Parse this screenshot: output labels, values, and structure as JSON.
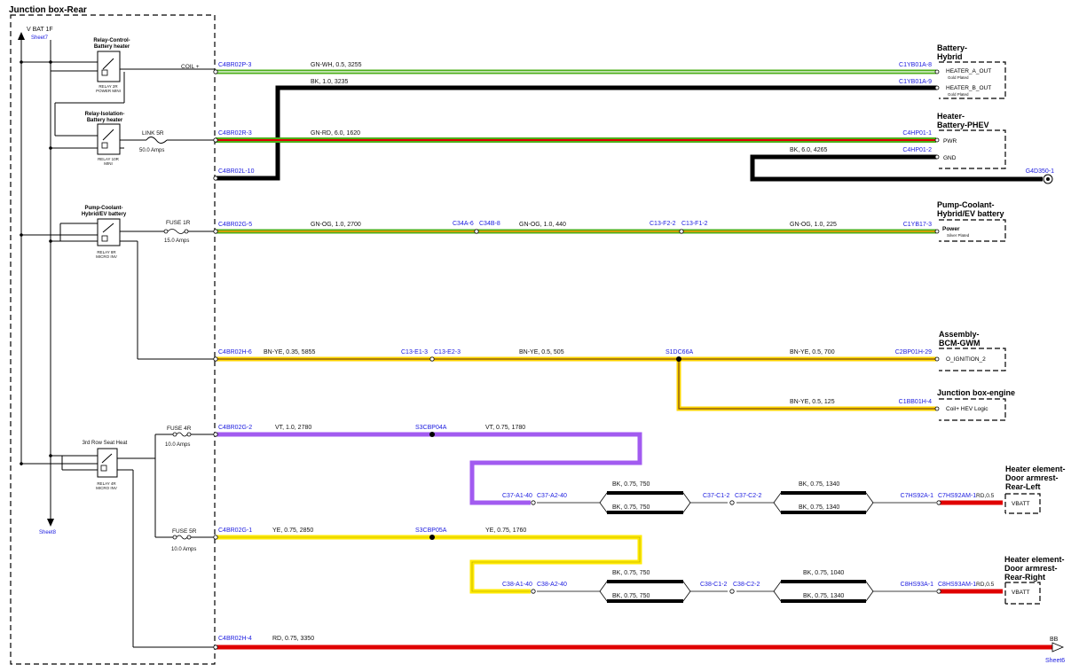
{
  "title": "Junction box-Rear",
  "colors": {
    "gn_wh": "#4caf1a",
    "gn_wh_stripe": "#ffffff",
    "gn_rd": "#4caf1a",
    "gn_rd_stripe": "#e00000",
    "gn_og": "#4caf1a",
    "gn_og_stripe": "#ff9900",
    "bn_ye": "#ffd400",
    "bn_ye_stripe": "#7a4a10",
    "vt": "#a25bf0",
    "ye": "#ffea00",
    "rd": "#e00000",
    "bk": "#000000"
  },
  "left": {
    "vbat": "V BAT 1F",
    "sheet7": "Sheet7",
    "sheet8": "Sheet8",
    "coil": "COIL +",
    "link_5r": "LINK 5R",
    "link_5r_amps": "50.0 Amps",
    "fuse_1r": "FUSE 1R",
    "fuse_1r_amps": "15.0 Amps",
    "fuse_4r": "FUSE 4R",
    "fuse_4r_amps": "10.0 Amps",
    "fuse_5r": "FUSE 5R",
    "fuse_5r_amps": "10.0 Amps"
  },
  "relays": {
    "r1_line1": "Relay-Control-",
    "r1_line2": "Battery heater",
    "r1_sub": "RELAY 2R",
    "r1_sub2": "POWER MINI",
    "r2_line1": "Relay-Isolation-",
    "r2_line2": "Battery heater",
    "r2_sub": "RELAY 10R",
    "r2_sub2": "MINI",
    "r3_line1": "Pump-Coolant-",
    "r3_line2": "Hybrid/EV battery",
    "r3_sub": "RELAY 8R",
    "r3_sub2": "MICRO INV",
    "r4_line1": "3rd Row Seat Heat",
    "r4_sub": "RELAY 4R",
    "r4_sub2": "MICRO INV"
  },
  "connectors": {
    "c1": "C4BR02P-3",
    "c2": "C4BR02R-3",
    "c3": "C4BR02L-10",
    "c4": "C4BR02G-5",
    "c5": "C4BR02H-6",
    "c6": "C4BR02G-2",
    "c7": "C4BR02G-1",
    "c8": "C4BR02H-4",
    "c34a": "C34A-6",
    "c34b": "C34B-8",
    "c13f2": "C13-F2-2",
    "c13f1": "C13-F1-2",
    "c13e1": "C13-E1-3",
    "c13e2": "C13-E2-3",
    "s1dc": "S1DC66A",
    "s3cbp04": "S3CBP04A",
    "s3cbp05": "S3CBP05A",
    "c37a1": "C37-A1-40",
    "c37a2": "C37-A2-40",
    "c37c1": "C37-C1-2",
    "c37c2": "C37-C2-2",
    "c38a1": "C38-A1-40",
    "c38a2": "C38-A2-40",
    "c38c1": "C38-C1-2",
    "c38c2": "C38-C2-2",
    "c1yb01a8": "C1YB01A-8",
    "c1yb01a9": "C1YB01A-9",
    "c4hp011": "C4HP01-1",
    "c4hp012": "C4HP01-2",
    "g4d350": "G4D350-1",
    "c1yb173": "C1YB17-3",
    "c2bp01h29": "C2BP01H-29",
    "c1bb01h4": "C1BB01H-4",
    "c7hs92a1": "C7HS92A-1",
    "c7hs92am": "C7HS92AM-1",
    "c8hs93a1": "C8HS93A-1",
    "c8hs93am": "C8HS93AM-1",
    "bb": "BB",
    "sheet6": "Sheet6"
  },
  "wires": {
    "w1": "GN-WH,  0.5,  3255",
    "w2": "BK,  1.0,  3235",
    "w3": "GN-RD,  6.0,  1620",
    "w4": "BK,  6.0,  4265",
    "w5a": "GN-OG,  1.0,  2700",
    "w5b": "GN-OG,  1.0,  440",
    "w5c": "GN-OG,  1.0,  225",
    "w6a": "BN-YE,  0.35,  5855",
    "w6b": "BN-YE,  0.5,  505",
    "w6c": "BN-YE,  0.5,  700",
    "w6d": "BN-YE,  0.5,  125",
    "w7a": "VT,  1.0,  2780",
    "w7b": "VT,  0.75,  1780",
    "w7c1": "BK,  0.75,  750",
    "w7c2": "BK,  0.75,  750",
    "w7d1": "BK,  0.75,  1340",
    "w7d2": "BK,  0.75,  1340",
    "w8a": "YE,  0.75,  2850",
    "w8b": "YE,  0.75,  1760",
    "w8c1": "BK,  0.75,  750",
    "w8c2": "BK,  0.75,  750",
    "w8d1": "BK,  0.75,  1040",
    "w8d2": "BK,  0.75,  1340",
    "w9": "RD,  0.75,  3350",
    "rd05a": "RD,0.5",
    "rd05b": "RD,0.5"
  },
  "components": {
    "bat_line1": "Battery-",
    "bat_line2": "Hybrid",
    "bat_pin1": "HEATER_A_OUT",
    "bat_pin2": "HEATER_B_OUT",
    "gold1": "Gold Plated",
    "gold2": "Gold Plated",
    "htr_line1": "Heater-",
    "htr_line2": "Battery-PHEV",
    "htr_pin1": "PWR",
    "htr_pin2": "GND",
    "pump_line1": "Pump-Coolant-",
    "pump_line2": "Hybrid/EV battery",
    "pump_pin": "Power",
    "silver": "Silver Plated",
    "bcm_line1": "Assembly-",
    "bcm_line2": "BCM-GWM",
    "bcm_pin": "O_IGNITION_2",
    "jbe": "Junction box-engine",
    "jbe_pin": "Coil+ HEV Logic",
    "hl_line1": "Heater element-",
    "hl_line2": "Door armrest-",
    "hl_line3": "Rear-Left",
    "hl_pin": "VBATT",
    "hr_line1": "Heater element-",
    "hr_line2": "Door armrest-",
    "hr_line3": "Rear-Right",
    "hr_pin": "VBATT"
  }
}
